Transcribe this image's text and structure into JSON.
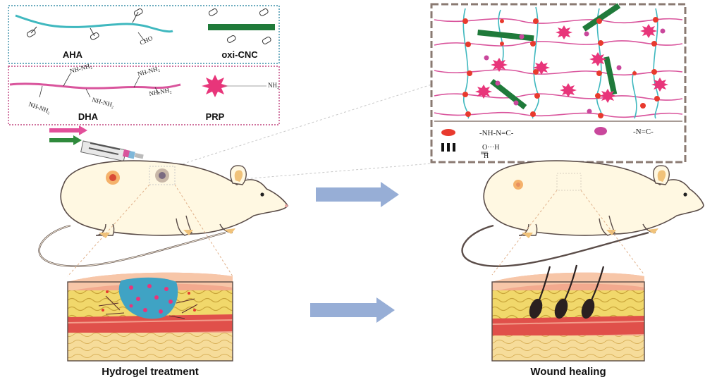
{
  "components": {
    "aha_label": "AHA",
    "oxi_cnc_label": "oxi-CNC",
    "dha_label": "DHA",
    "prp_label": "PRP",
    "cho": "CHO",
    "nhnh2_a": "NH-NH₂",
    "nhnh2_b": "NH-NH₂",
    "nhnh2_c": "NH-NH₂",
    "nhnh2_d": "NH-NH₂",
    "nh2": "NH₂"
  },
  "legend": {
    "hydrazone": "-NH-N=C-",
    "imine": "-N=C-",
    "hbond_o": "O···H",
    "hbond_h": "H"
  },
  "captions": {
    "left": "Hydrogel treatment",
    "right": "Wound healing"
  },
  "colors": {
    "aha": "#3fb8bf",
    "dha": "#d9549c",
    "cnc": "#1f7a3a",
    "prp": "#e8357a",
    "hydrazone_dot": "#e83a2e",
    "imine_dot": "#c9479c",
    "arrow": "#97aed6",
    "rat_body": "#fff8e2"
  }
}
